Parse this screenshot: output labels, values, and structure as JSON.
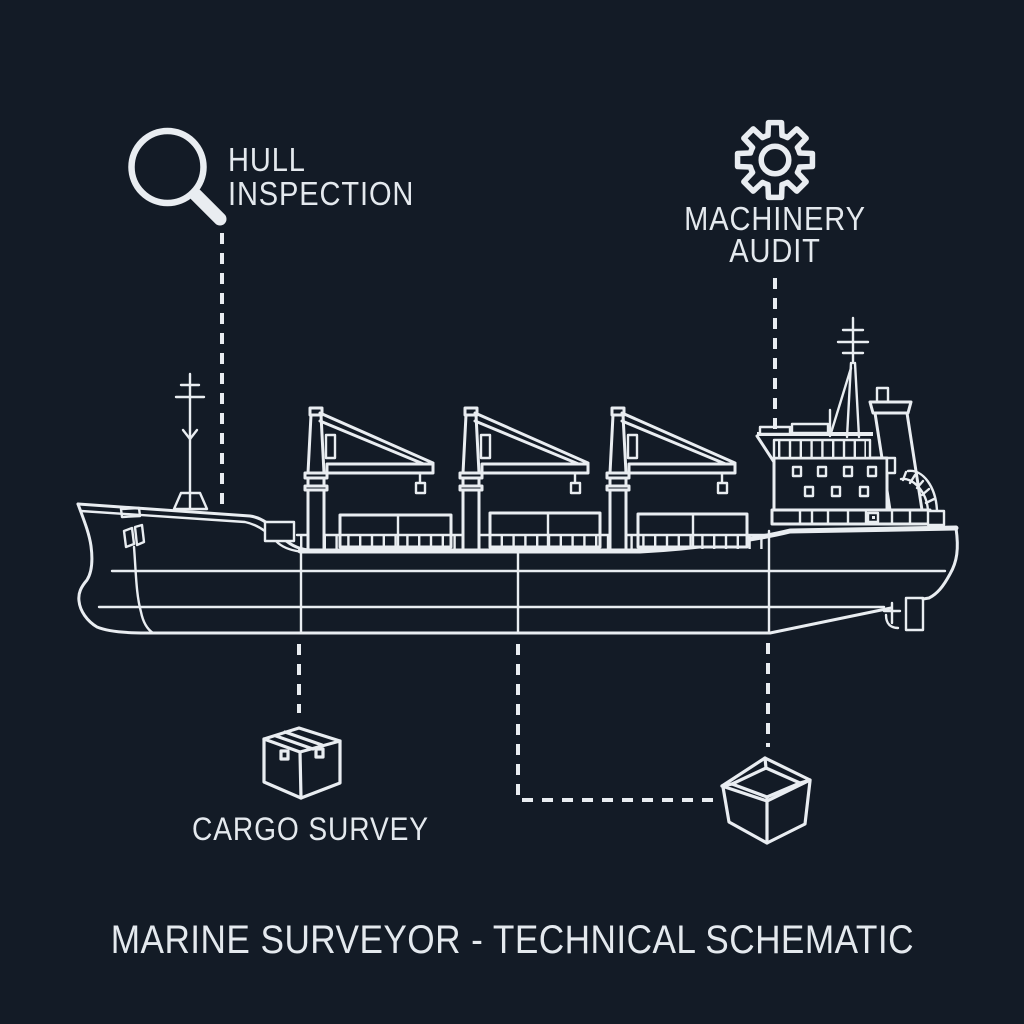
{
  "colors": {
    "background": "#131b26",
    "line": "#e9edf1",
    "text": "#e4e9ee"
  },
  "callouts": {
    "hull_inspection": {
      "icon": "magnifying-glass-icon",
      "line1": "HULL",
      "line2": "INSPECTION"
    },
    "machinery_audit": {
      "icon": "gear-icon",
      "line1": "MACHINERY",
      "line2": "AUDIT"
    },
    "cargo_survey": {
      "icons": [
        "closed-cargo-box-icon",
        "open-cargo-box-icon"
      ],
      "label": "CARGO SURVEY"
    }
  },
  "diagram": {
    "subject": "cargo ship side profile line drawing",
    "features": [
      "bow-bulb",
      "foremast",
      "deck-crane",
      "deck-crane",
      "deck-crane",
      "hatch-covers",
      "bridge-superstructure",
      "funnel",
      "main-mast",
      "propeller",
      "rudder",
      "waterline"
    ]
  },
  "footer": {
    "title": "MARINE SURVEYOR - TECHNICAL SCHEMATIC"
  }
}
